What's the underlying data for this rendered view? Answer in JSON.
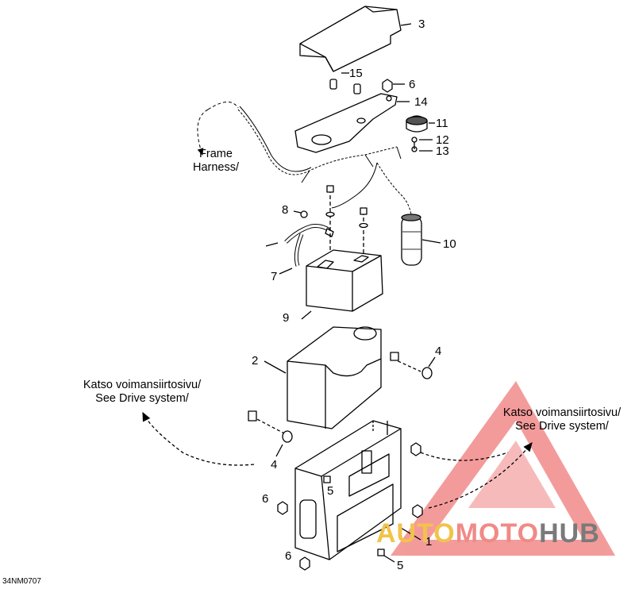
{
  "diagram": {
    "drawing_code": "34NM0707",
    "callouts": [
      {
        "id": "c3",
        "text": "3"
      },
      {
        "id": "c15",
        "text": "15"
      },
      {
        "id": "c6a",
        "text": "6"
      },
      {
        "id": "c14",
        "text": "14"
      },
      {
        "id": "c11",
        "text": "11"
      },
      {
        "id": "c12",
        "text": "12"
      },
      {
        "id": "c13",
        "text": "13"
      },
      {
        "id": "c8",
        "text": "8"
      },
      {
        "id": "c10",
        "text": "10"
      },
      {
        "id": "c7",
        "text": "7"
      },
      {
        "id": "c9",
        "text": "9"
      },
      {
        "id": "c2",
        "text": "2"
      },
      {
        "id": "c4a",
        "text": "4"
      },
      {
        "id": "c4b",
        "text": "4"
      },
      {
        "id": "c5a",
        "text": "5"
      },
      {
        "id": "c6b",
        "text": "6"
      },
      {
        "id": "c6c",
        "text": "6"
      },
      {
        "id": "c1",
        "text": "1"
      },
      {
        "id": "c5b",
        "text": "5"
      }
    ],
    "notes": {
      "frame_harness": [
        "Frame",
        "Harness/"
      ],
      "drive_left": [
        "Katso voimansiirtosivu/",
        "See Drive system/"
      ],
      "drive_right": [
        "Katso voimansiirtosivu/",
        "See Drive system/"
      ]
    }
  },
  "watermark": {
    "part1": "AUTO",
    "part2": "MOTO",
    "part3": "HUB",
    "colors": {
      "auto": "#f2c34a",
      "moto": "#f08a86",
      "hub": "#7a7a7a",
      "triangle": "#e83a3a"
    }
  }
}
